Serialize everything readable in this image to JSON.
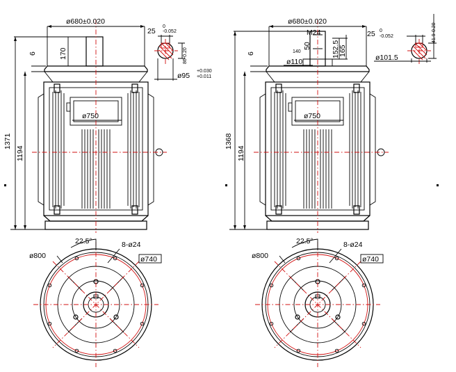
{
  "left_drawing": {
    "top_width": "ø680±0.020",
    "shaft_key_width": "25",
    "shaft_key_tol_upper": "0",
    "shaft_key_tol_lower": "-0.052",
    "key_depth_label": "86-0.20",
    "shaft_dia_label": "ø95",
    "shaft_dia_tol_upper": "+0.030",
    "shaft_dia_tol_lower": "+0.011",
    "shaft_height": "170",
    "flange_thickness": "6",
    "overall_height": "1371",
    "body_height": "1194",
    "body_dia": "ø750",
    "angle": "22.5°",
    "holes": "8-ø24",
    "base_outer": "ø800",
    "base_bolt_circle": "ø740"
  },
  "right_drawing": {
    "top_width": "ø680±0.020",
    "thread": "M24",
    "dim_50": "50",
    "dim_140": "140",
    "dim_152": "152.5",
    "dim_165": "165",
    "hub_dia": "ø110",
    "shaft_key_width": "25",
    "shaft_key_tol": "-0.052",
    "shaft_key_zero": "0",
    "key_depth_label": "41.9-0.20",
    "shaft_dia_label": "ø101.5",
    "flange_thickness": "6",
    "overall_height": "1368",
    "body_height": "1194",
    "body_dia": "ø750",
    "angle": "22.5°",
    "holes": "8-ø24",
    "base_outer": "ø800",
    "base_bolt_circle": "ø740"
  }
}
